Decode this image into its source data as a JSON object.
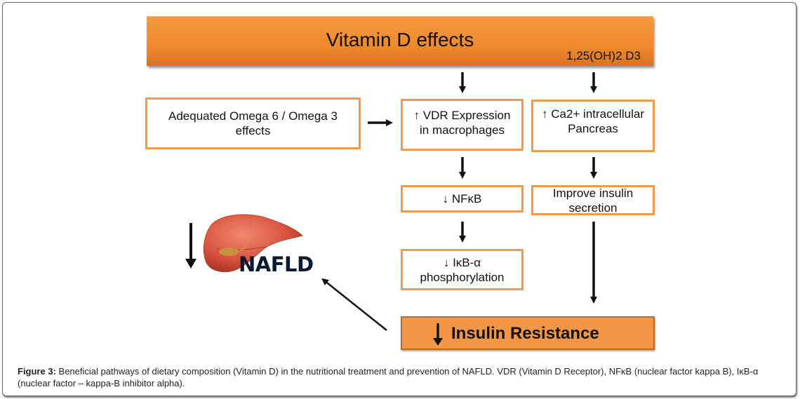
{
  "header": {
    "title": "Vitamin D effects",
    "subtitle": "1,25(OH)2 D3"
  },
  "nodes": {
    "omega": "Adequated Omega 6 / Omega 3 effects",
    "vdr_line1": "↑ VDR Expression",
    "vdr_line2": "in macrophages",
    "ca_line1": "↑ Ca2+ intracellular",
    "ca_line2": "Pancreas",
    "nfkb": "↓ NFκB",
    "ikb_line1": "↓ IκB-α",
    "ikb_line2": "phosphorylation",
    "insulin_line1": "Improve insulin",
    "insulin_line2": "secretion",
    "insulin_resistance": "Insulin Resistance",
    "nafld": "NAFLD"
  },
  "icons": {
    "liver": "liver-illustration",
    "down_arrow": "down-arrow"
  },
  "colors": {
    "header_orange": "#ee8a2c",
    "box_border": "#f09a50",
    "ir_fill": "#f39645",
    "liver_red": "#d9553f"
  },
  "caption": {
    "label": "Figure 3:",
    "text": " Beneficial pathways of dietary composition (Vitamin D) in the nutritional treatment and prevention of NAFLD.  VDR (Vitamin D Receptor), NFκB (nuclear factor kappa B), IκB-α (nuclear factor – kappa-B inhibitor alpha)."
  }
}
